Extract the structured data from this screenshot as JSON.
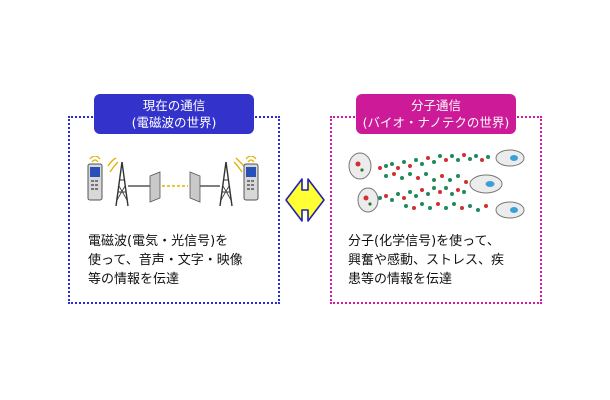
{
  "left_panel": {
    "title_line1": "現在の通信",
    "title_line2": "(電磁波の世界)",
    "caption": "電磁波(電気・光信号)を\n使って、音声・文字・映像\n等の情報を伝達",
    "border_color": "#2b2bd6",
    "badge_color": "#3333cc",
    "illustration_icons": [
      "mobile-phone-icon",
      "radio-tower-icon",
      "server-icon",
      "radio-tower-icon",
      "mobile-phone-icon"
    ]
  },
  "right_panel": {
    "title_line1": "分子通信",
    "title_line2": "(バイオ・ナノテクの世界)",
    "caption": "分子(化学信号)を使って、\n興奮や感動、ストレス、疾\n患等の情報を伝達",
    "border_color": "#d01aa0",
    "badge_color": "#cc1a99",
    "illustration_icons": [
      "cell-icon",
      "molecule-icon"
    ]
  },
  "center_arrow": {
    "icon": "double-arrow-icon",
    "fill_color": "#ffff33",
    "stroke_color": "#2222aa"
  }
}
